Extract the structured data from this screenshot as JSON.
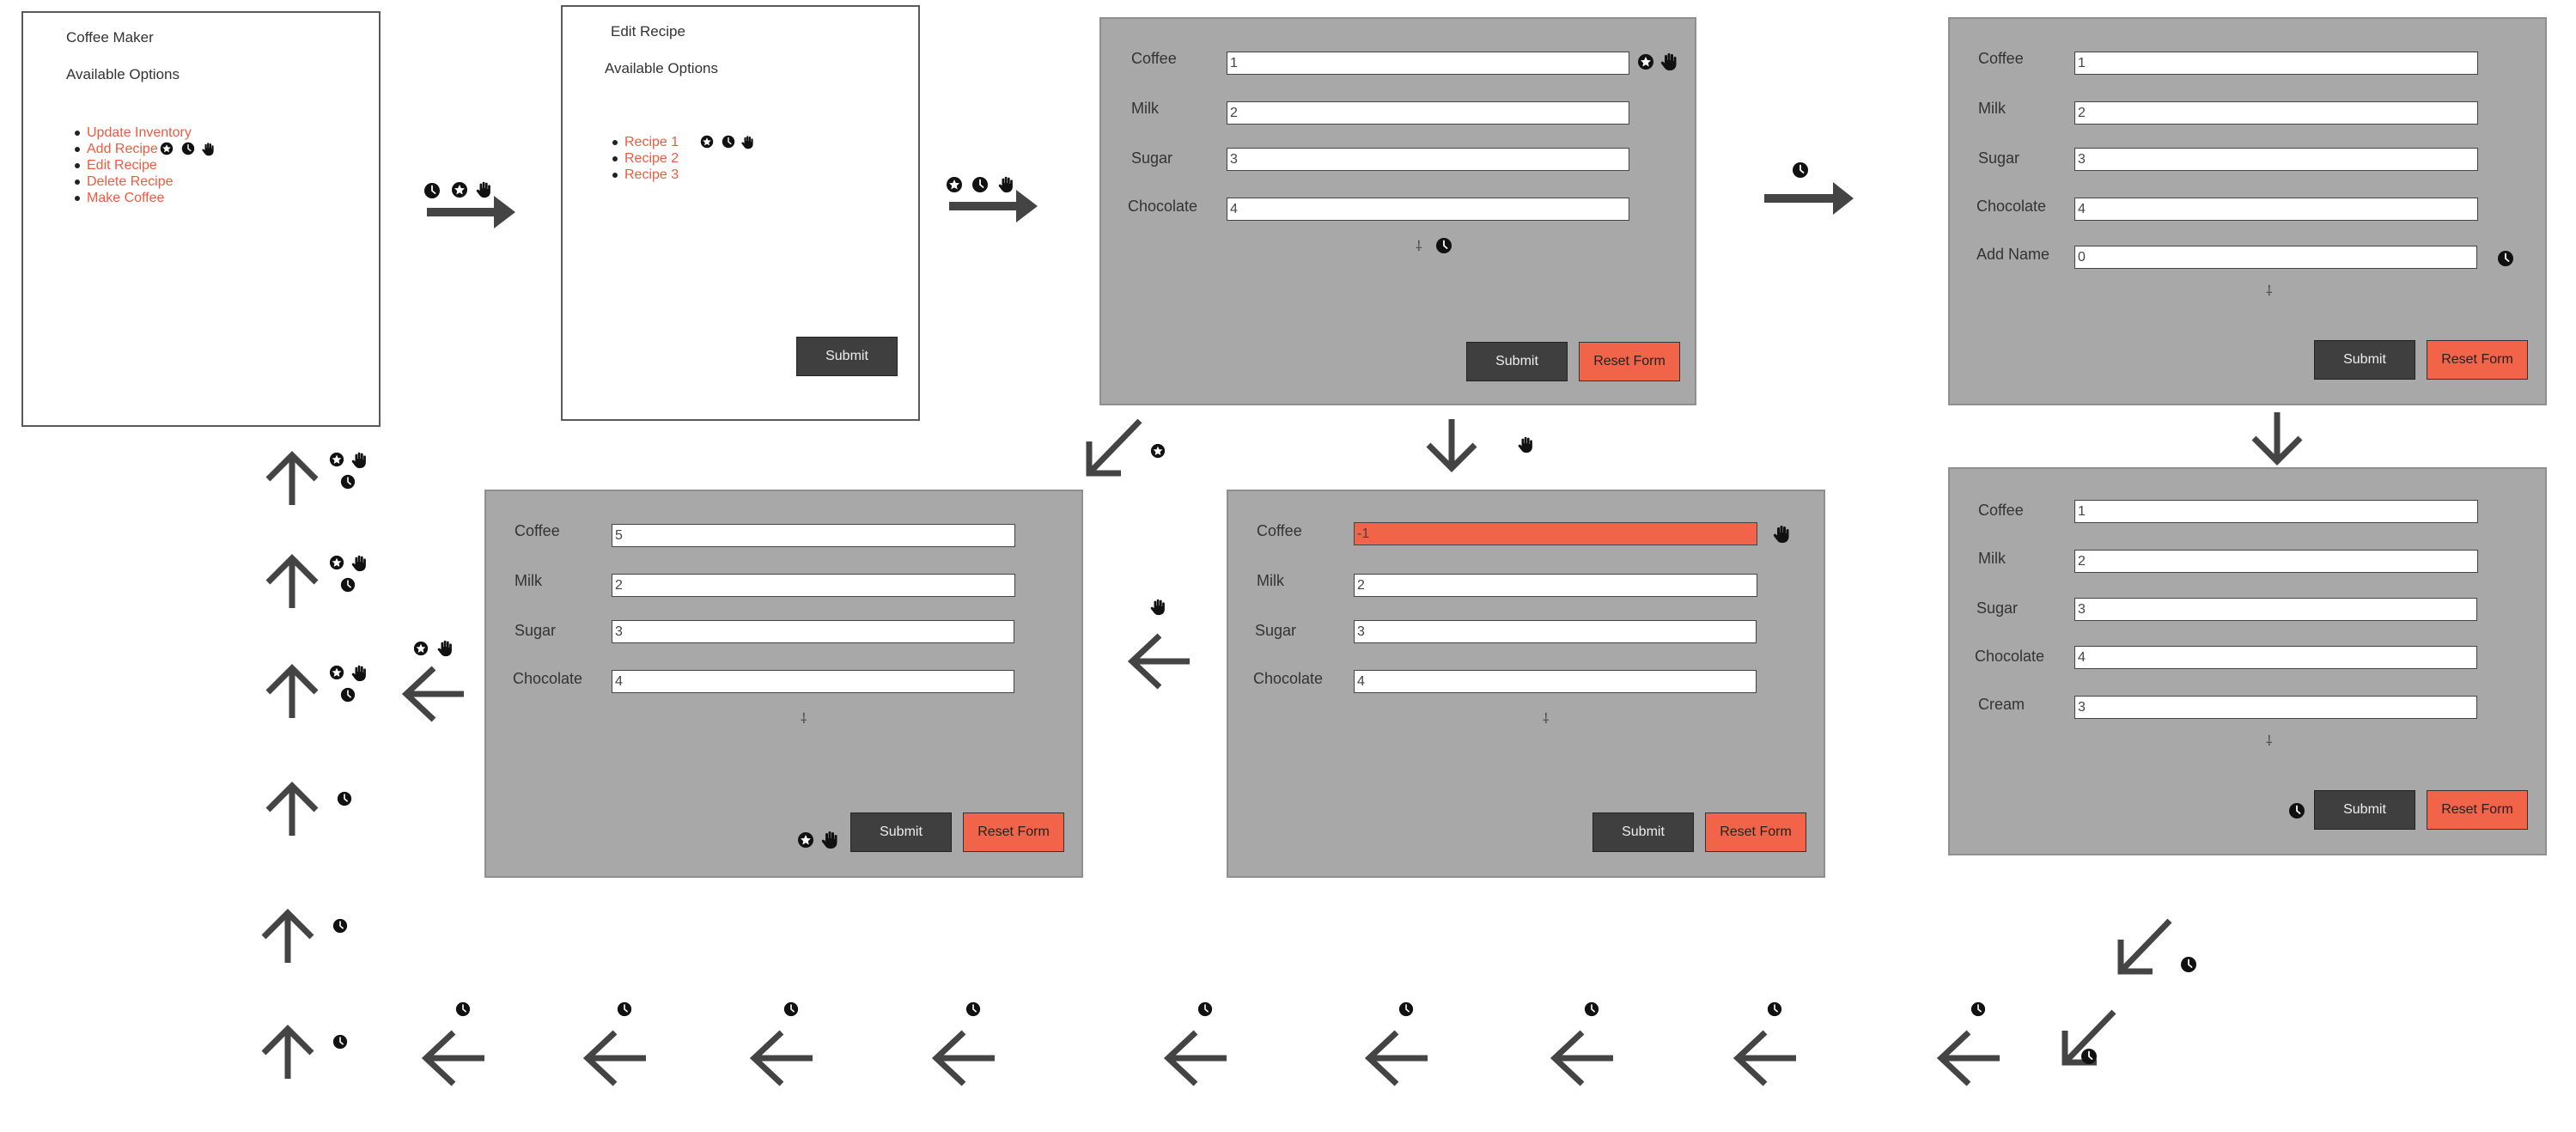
{
  "colors": {
    "accent": "#f26449",
    "panel": "#a8a8a8",
    "button_dark": "#3f3f3f",
    "arrow": "#444444"
  },
  "icons": [
    "star-icon",
    "clock-icon",
    "hand-icon",
    "arrow-icon",
    "plus-icon"
  ],
  "screens": {
    "main_menu": {
      "title": "Coffee Maker",
      "subtitle": "Available Options",
      "options": [
        "Update Inventory",
        "Add Recipe",
        "Edit Recipe",
        "Delete Recipe",
        "Make Coffee"
      ]
    },
    "edit_recipe": {
      "title": "Edit Recipe",
      "subtitle": "Available Options",
      "recipes": [
        "Recipe 1",
        "Recipe 2",
        "Recipe 3"
      ],
      "submit": "Submit"
    },
    "form_basic": {
      "labels": [
        "Coffee",
        "Milk",
        "Sugar",
        "Chocolate"
      ],
      "values": [
        "1",
        "2",
        "3",
        "4"
      ],
      "submit": "Submit",
      "reset": "Reset Form"
    },
    "form_add_name": {
      "labels": [
        "Coffee",
        "Milk",
        "Sugar",
        "Chocolate",
        "Add Name"
      ],
      "values": [
        "1",
        "2",
        "3",
        "4",
        "0"
      ],
      "submit": "Submit",
      "reset": "Reset Form"
    },
    "form_cream": {
      "labels": [
        "Coffee",
        "Milk",
        "Sugar",
        "Chocolate",
        "Cream"
      ],
      "values": [
        "1",
        "2",
        "3",
        "4",
        "3"
      ],
      "submit": "Submit",
      "reset": "Reset Form"
    },
    "form_error": {
      "labels": [
        "Coffee",
        "Milk",
        "Sugar",
        "Chocolate"
      ],
      "values": [
        "-1",
        "2",
        "3",
        "4"
      ],
      "submit": "Submit",
      "reset": "Reset Form"
    },
    "form_fixed": {
      "labels": [
        "Coffee",
        "Milk",
        "Sugar",
        "Chocolate"
      ],
      "values": [
        "5",
        "2",
        "3",
        "4"
      ],
      "submit": "Submit",
      "reset": "Reset Form"
    }
  }
}
